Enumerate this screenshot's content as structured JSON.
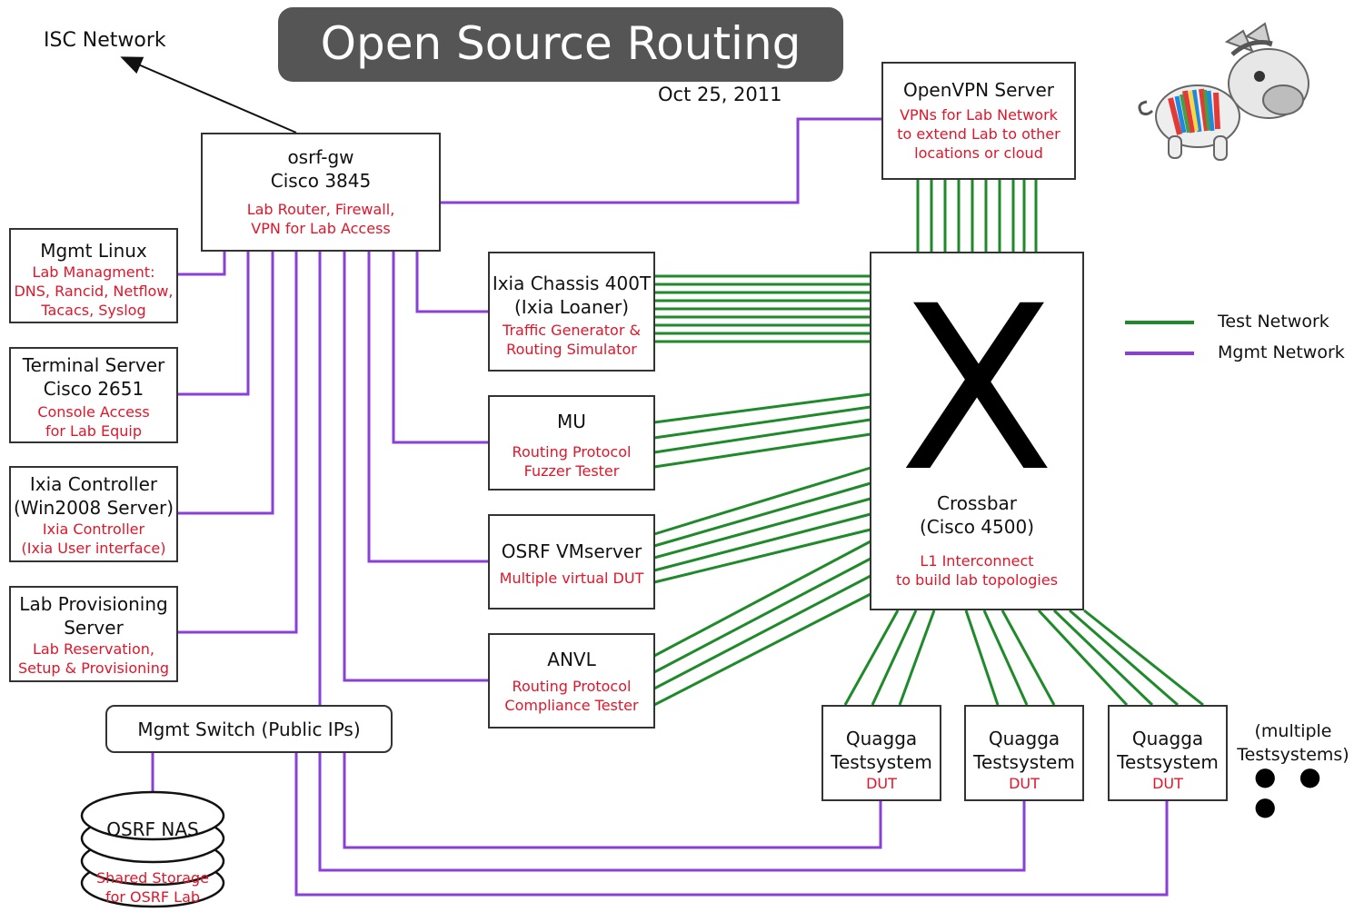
{
  "title": "Open Source Routing Lab",
  "date": "Oct 25, 2011",
  "isc_network": "ISC Network",
  "nodes": {
    "osrf_gw": {
      "name": "osrf-gw",
      "model": "Cisco 3845",
      "desc1": "Lab Router, Firewall,",
      "desc2": "VPN for Lab Access"
    },
    "openvpn": {
      "name": "OpenVPN Server",
      "desc1": "VPNs for Lab Network",
      "desc2": "to extend Lab to other",
      "desc3": "locations or cloud"
    },
    "mgmt_linux": {
      "name": "Mgmt Linux",
      "desc1": "Lab Managment:",
      "desc2": "DNS, Rancid, Netflow,",
      "desc3": "Tacacs, Syslog"
    },
    "terminal_server": {
      "name": "Terminal Server",
      "model": "Cisco 2651",
      "desc1": "Console Access",
      "desc2": "for Lab Equip"
    },
    "ixia_controller": {
      "name": "Ixia Controller",
      "model": "(Win2008 Server)",
      "desc1": "Ixia Controller",
      "desc2": "(Ixia User interface)"
    },
    "lab_provisioning": {
      "name": "Lab Provisioning",
      "model": "Server",
      "desc1": "Lab Reservation,",
      "desc2": "Setup & Provisioning"
    },
    "mgmt_switch": {
      "name": "Mgmt Switch (Public IPs)"
    },
    "osrf_nas": {
      "name": "OSRF NAS",
      "desc1": "Shared Storage",
      "desc2": "for OSRF Lab"
    },
    "ixia_chassis": {
      "name": "Ixia Chassis 400T",
      "model": "(Ixia Loaner)",
      "desc1": "Traffic Generator &",
      "desc2": "Routing Simulator"
    },
    "mu": {
      "name": "MU",
      "desc1": "Routing Protocol",
      "desc2": "Fuzzer Tester"
    },
    "vmserver": {
      "name": "OSRF VMserver",
      "desc1": "Multiple virtual DUT"
    },
    "anvl": {
      "name": "ANVL",
      "desc1": "Routing Protocol",
      "desc2": "Compliance Tester"
    },
    "crossbar": {
      "mark": "X",
      "name": "Crossbar",
      "model": "(Cisco 4500)",
      "desc1": "L1 Interconnect",
      "desc2": "to build lab topologies"
    },
    "quagga1": {
      "name1": "Quagga",
      "name2": "Testsystem",
      "desc1": "DUT"
    },
    "quagga2": {
      "name1": "Quagga",
      "name2": "Testsystem",
      "desc1": "DUT"
    },
    "quagga3": {
      "name1": "Quagga",
      "name2": "Testsystem",
      "desc1": "DUT"
    }
  },
  "multiple": {
    "line1": "(multiple",
    "line2": "Testsystems)",
    "dots": "● ● ●"
  },
  "legend": [
    {
      "label": "Test Network",
      "color": "#1e8a2a"
    },
    {
      "label": "Mgmt Network",
      "color": "#8b3fd9"
    }
  ],
  "colors": {
    "test": "#1e8a2a",
    "mgmt": "#8b3fd9",
    "red_text": "#e0162b",
    "title_bg": "#555555"
  }
}
